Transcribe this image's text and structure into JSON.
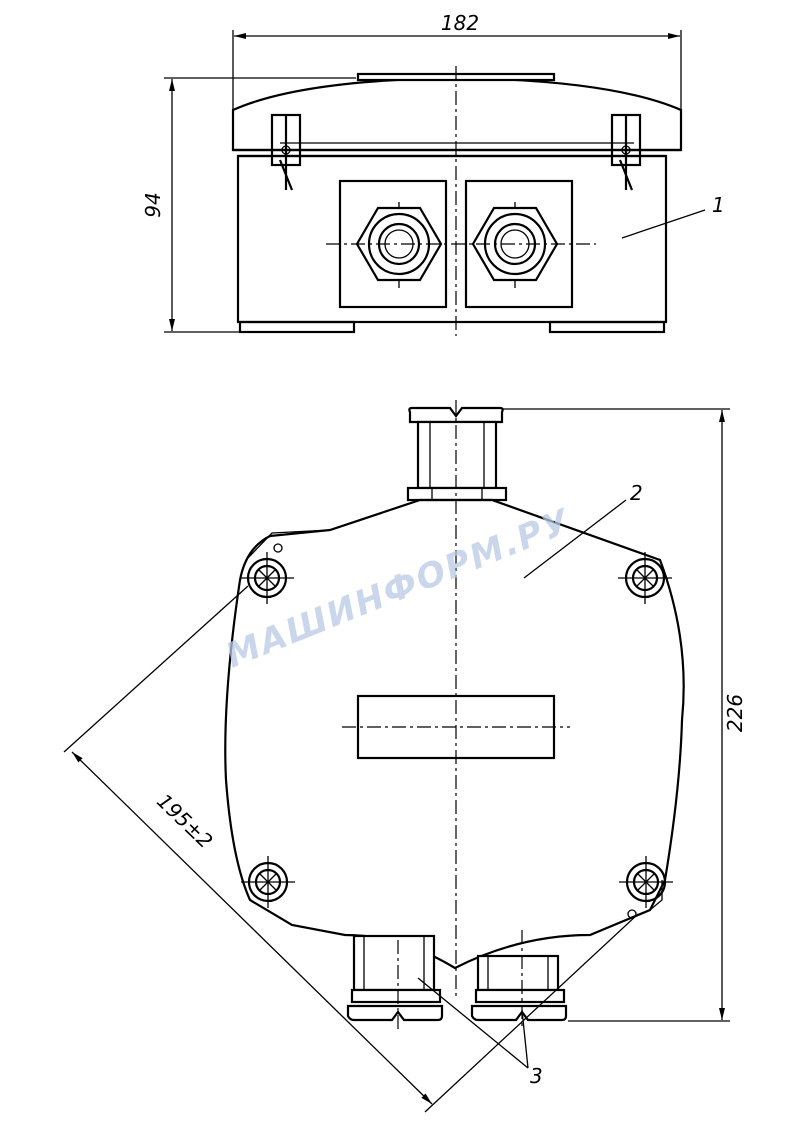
{
  "top_view": {
    "width_dimension": "182",
    "height_dimension": "94",
    "part_label": "1"
  },
  "front_view": {
    "height_dimension": "226",
    "diagonal_dimension": "195±2",
    "cover_label": "2",
    "gland_label": "3"
  },
  "watermark": "МАШИНФОРМ.РУ"
}
